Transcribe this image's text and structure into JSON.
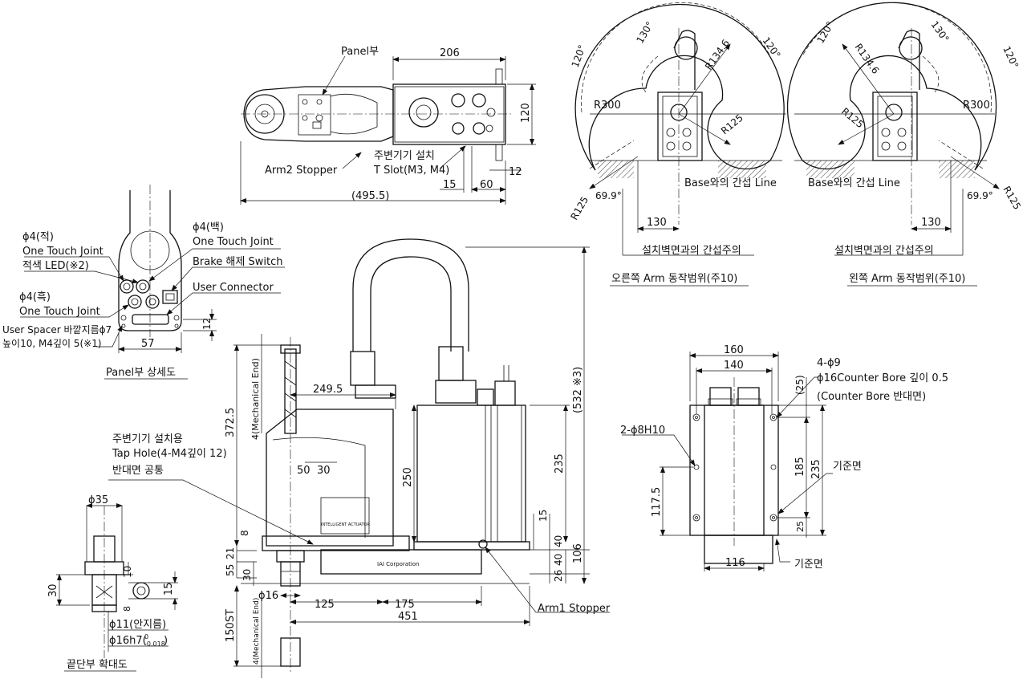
{
  "top_view": {
    "panel_label": "Panel부",
    "dim_206": "206",
    "dim_120": "120",
    "arm2_stopper": "Arm2 Stopper",
    "peripheral_line1": "주변기기 설치",
    "peripheral_line2": "T Slot(M3, M4)",
    "dim_15": "15",
    "dim_60": "60",
    "dim_12": "12",
    "dim_495": "(495.5)"
  },
  "panel_detail": {
    "phi4_red": "ϕ4(적)",
    "one_touch_1": "One Touch Joint",
    "red_led": "적색 LED(※2)",
    "phi4_white": "ϕ4(백)",
    "one_touch_2": "One Touch Joint",
    "brake_switch": "Brake 해제 Switch",
    "user_connector": "User Connector",
    "phi4_black": "ϕ4(흑)",
    "one_touch_3": "One Touch Joint",
    "user_spacer_1": "User Spacer 바깥지름ϕ7",
    "user_spacer_2": "높이10, M4깊이 5(※1)",
    "dim_12": "12",
    "dim_57": "57",
    "caption": "Panel부 상세도"
  },
  "right_range": {
    "a130": "130°",
    "a120": "120°",
    "r134": "R134.6",
    "r300": "R300",
    "r125a": "R125",
    "r125b": "R125",
    "a699": "69.9°",
    "base_line": "Base와의 간섭 Line",
    "dim_130": "130",
    "wall_note": "설치벽면과의 간섭주의",
    "caption": "오른쪽 Arm 동작범위(주10)"
  },
  "left_range": {
    "a120": "120°",
    "a130": "130°",
    "r134": "R134.6",
    "r300": "R300",
    "r125a": "R125",
    "r125b": "R125",
    "a699": "69.9°",
    "base_line": "Base와의 간섭 Line",
    "dim_130": "130",
    "wall_note": "설치벽면과의 간섭주의",
    "caption": "왼쪽 Arm 동작범위(주10)"
  },
  "front_view": {
    "tap_hole_1": "주변기기 설치용",
    "tap_hole_2": "Tap Hole(4-M4깊이 12)",
    "tap_hole_3": "반대면 공통",
    "dim_249": "249.5",
    "dim_3725": "372.5",
    "mech_end_top": "4(Mechanical End)",
    "dim_50": "50",
    "dim_30a": "30",
    "dim_250": "250",
    "dim_235": "235",
    "dim_532": "(532 ※3)",
    "dim_15": "15",
    "dim_8": "8",
    "dim_21": "21",
    "dim_55": "55",
    "dim_30b": "30",
    "dim_40a": "40",
    "dim_40b": "40",
    "dim_26": "26",
    "dim_106": "106",
    "phi16": "ϕ16",
    "dim_125": "125",
    "dim_175": "175",
    "dim_451": "451",
    "arm1_stopper": "Arm1 Stopper",
    "dim_150st": "150ST",
    "mech_end_bot": "4(Mechanical End)",
    "logo_text": "INTELLIGENT ACTUATOR",
    "iai_text": "IAI Corporation"
  },
  "end_detail": {
    "phi35": "ϕ35",
    "dim_10": "10",
    "dim_30": "30",
    "dim_15": "15",
    "dim_8": "8",
    "phi11": "ϕ11(안지름)",
    "phi16h7": "ϕ16h7(",
    "tol_hi": "0",
    "tol_lo": "-0.018",
    "tol_close": ")",
    "caption": "끝단부 확대도"
  },
  "base_view": {
    "dim_160": "160",
    "dim_140": "140",
    "holes_1": "4-ϕ9",
    "holes_2": "ϕ16Counter Bore 깊이 0.5",
    "holes_3": "(Counter Bore 반대면)",
    "dim_25a": "(25)",
    "pin_holes": "2-ϕ8H10",
    "dim_185": "185",
    "dim_235": "235",
    "datum_1": "기준면",
    "dim_1175": "117.5",
    "dim_25b": "25",
    "dim_116": "116",
    "datum_2": "기준면"
  }
}
